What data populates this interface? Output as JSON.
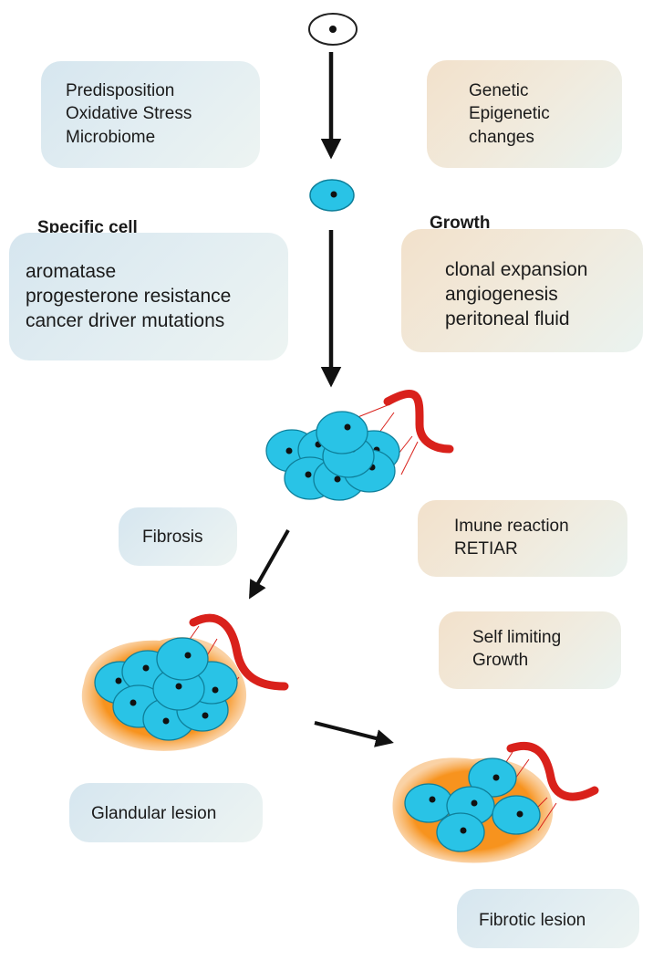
{
  "boxes": {
    "predisposition": {
      "lines": [
        "Predisposition",
        "Oxidative Stress",
        "Microbiome"
      ]
    },
    "genetic": {
      "lines": [
        "Genetic",
        "Epigenetic",
        "changes"
      ]
    },
    "specific_cell": {
      "heading": "Specific cell",
      "lines": [
        "aromatase",
        "progesterone resistance",
        "cancer driver mutations"
      ]
    },
    "growth": {
      "heading": "Growth",
      "lines": [
        "clonal expansion",
        "angiogenesis",
        "peritoneal fluid"
      ]
    },
    "fibrosis": {
      "lines": [
        "Fibrosis"
      ]
    },
    "immune": {
      "lines": [
        "Imune reaction",
        "RETIAR"
      ]
    },
    "self_limiting": {
      "lines": [
        "Self limiting",
        "Growth"
      ]
    },
    "glandular": {
      "lines": [
        "Glandular lesion"
      ]
    },
    "fibrotic": {
      "lines": [
        "Fibrotic lesion"
      ]
    }
  },
  "colors": {
    "cell_fill": "#29c3e6",
    "cell_stroke": "#0e7f9a",
    "vessel": "#d9211b",
    "halo": "#f7931e",
    "arrow": "#111111"
  }
}
